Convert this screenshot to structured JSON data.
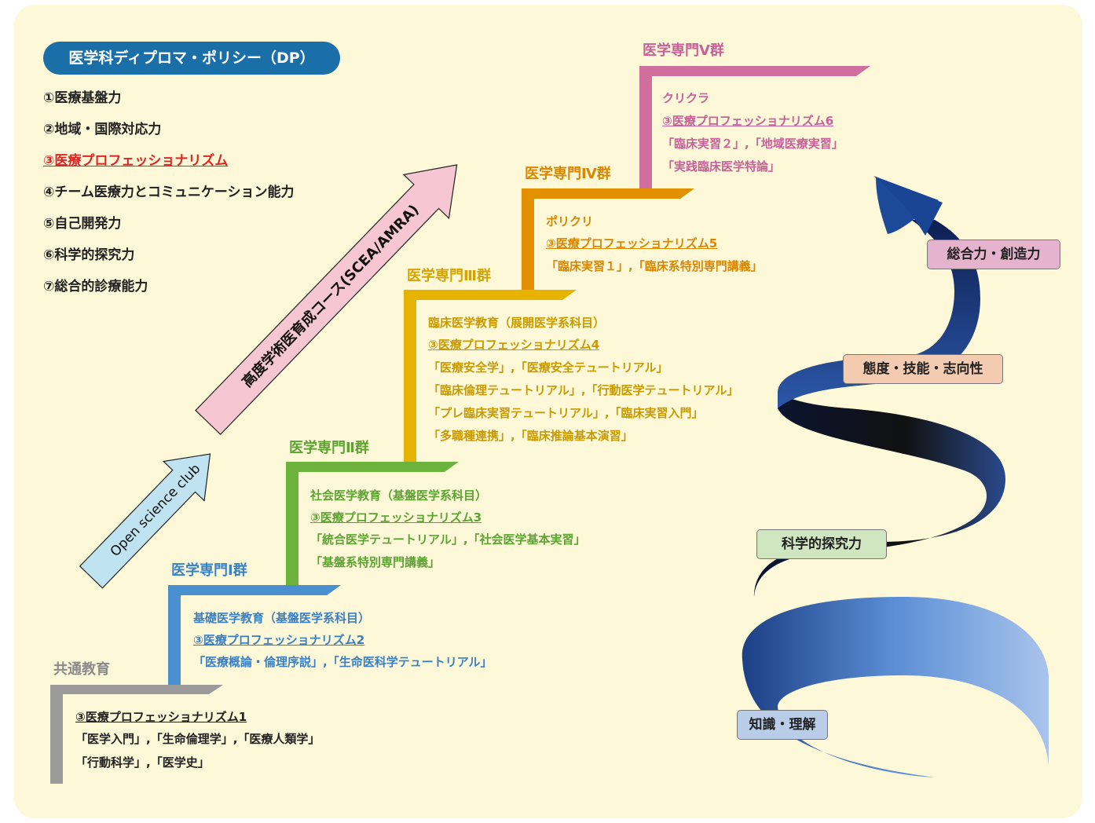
{
  "dp": {
    "title": "医学科ディプロマ・ポリシー（DP）",
    "items": [
      "①医療基盤力",
      "②地域・国際対応力",
      "③医療プロフェッショナリズム",
      "④チーム医療力とコミュニケーション能力",
      "⑤自己開発力",
      "⑥科学的探究力",
      "⑦総合的診療能力"
    ]
  },
  "arrows": {
    "open_science": "Open science club",
    "advanced_course": "高度学術医育成コース(SCEA/AMRA)"
  },
  "steps": {
    "common": {
      "title": "共通教育",
      "pro": "③医療プロフェッショナリズム1",
      "lines": [
        "「医学入門」,「生命倫理学」,「医療人類学」",
        "「行動科学」,「医学史」"
      ]
    },
    "g1": {
      "title": "医学専門Ⅰ群",
      "subject": "基礎医学教育（基盤医学系科目）",
      "pro": "③医療プロフェッショナリズム2",
      "lines": [
        "「医療概論・倫理序説」,「生命医科学テュートリアル」"
      ]
    },
    "g2": {
      "title": "医学専門Ⅱ群",
      "subject": "社会医学教育（基盤医学系科目）",
      "pro": "③医療プロフェッショナリズム3",
      "lines": [
        "「統合医学テュートリアル」,「社会医学基本実習」",
        "「基盤系特別専門講義」"
      ]
    },
    "g3": {
      "title": "医学専門Ⅲ群",
      "subject": "臨床医学教育（展開医学系科目）",
      "pro": "③医療プロフェッショナリズム4",
      "lines": [
        "「医療安全学」,「医療安全テュートリアル」",
        "「臨床倫理テュートリアル」,「行動医学テュートリアル」",
        "「プレ臨床実習テュートリアル」,「臨床実習入門」",
        "「多職種連携」,「臨床推論基本演習」"
      ]
    },
    "g4": {
      "title": "医学専門Ⅳ群",
      "subject": "ポリクリ",
      "pro": "③医療プロフェッショナリズム5",
      "lines": [
        "「臨床実習１」,「臨床系特別専門講義」"
      ]
    },
    "g5": {
      "title": "医学専門Ⅴ群",
      "subject": "クリクラ",
      "pro": "③医療プロフェッショナリズム6",
      "lines": [
        "「臨床実習２」,「地域医療実習」",
        "「実践臨床医学特論」"
      ]
    }
  },
  "spiral_labels": {
    "l1": "知識・理解",
    "l2": "科学的探究力",
    "l3": "態度・技能・志向性",
    "l4": "総合力・創造力"
  },
  "colors": {
    "common": "#9b9b9b",
    "g1": "#4a8fd0",
    "g2": "#6cb33e",
    "g3": "#e6b400",
    "g4": "#e39000",
    "g5": "#d06e9e",
    "dp_title_bg": "#1a6fa8",
    "highlight": "#e02424",
    "panel_bg": "#fdf8d8"
  }
}
